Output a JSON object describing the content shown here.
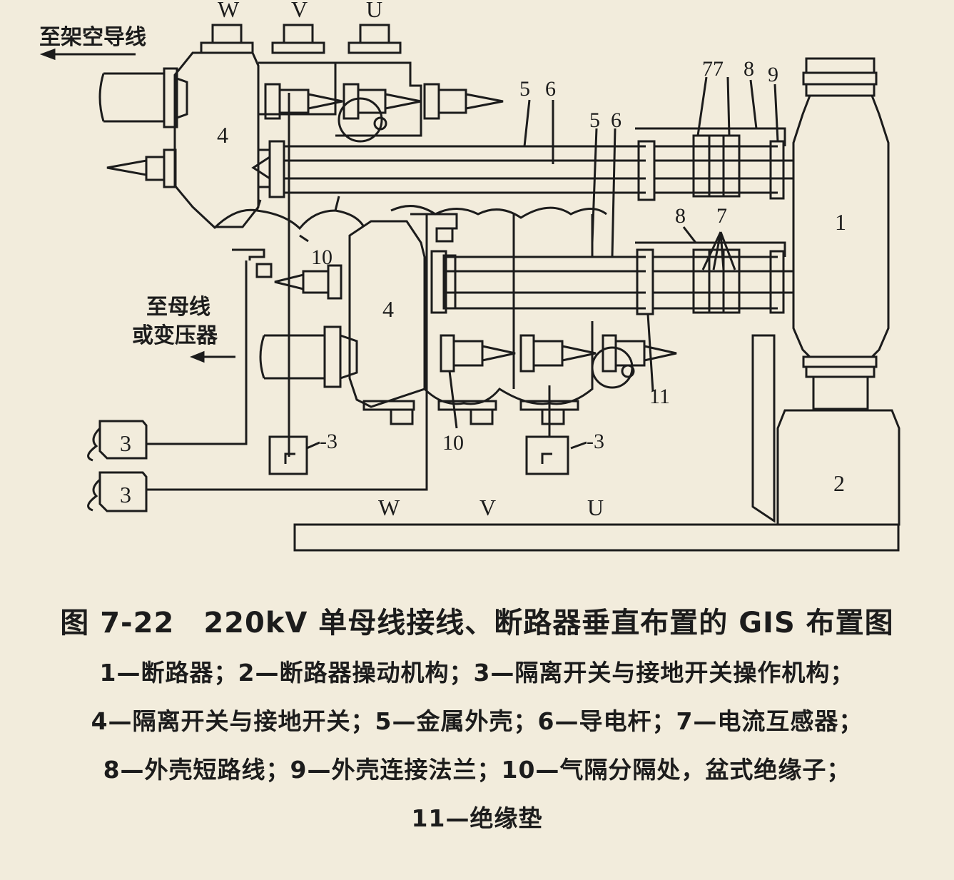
{
  "labels": {
    "phase_top": [
      "W",
      "V",
      "U"
    ],
    "phase_bottom": [
      "W",
      "V",
      "U"
    ],
    "to_overhead": "至架空导线",
    "to_bus_line1": "至母线",
    "to_bus_line2": "或变压器",
    "num_1": "1",
    "num_2": "2",
    "num_3": "3",
    "num_4": "4",
    "num_5": "5",
    "num_6": "6",
    "num_7": "7",
    "num_8": "8",
    "num_9": "9",
    "num_10": "10",
    "num_11": "11",
    "num_3_dash": "-3",
    "num_77": "77",
    "num_6_b": "6"
  },
  "caption": {
    "title": "图 7-22　220kV 单母线接线、断路器垂直布置的 GIS 布置图",
    "legend": [
      "1—断路器；2—断路器操动机构；3—隔离开关与接地开关操作机构；",
      "4—隔离开关与接地开关；5—金属外壳；6—导电杆；7—电流互感器；",
      "8—外壳短路线；9—外壳连接法兰；10—气隔分隔处，盆式绝缘子；",
      "11—绝缘垫"
    ]
  }
}
